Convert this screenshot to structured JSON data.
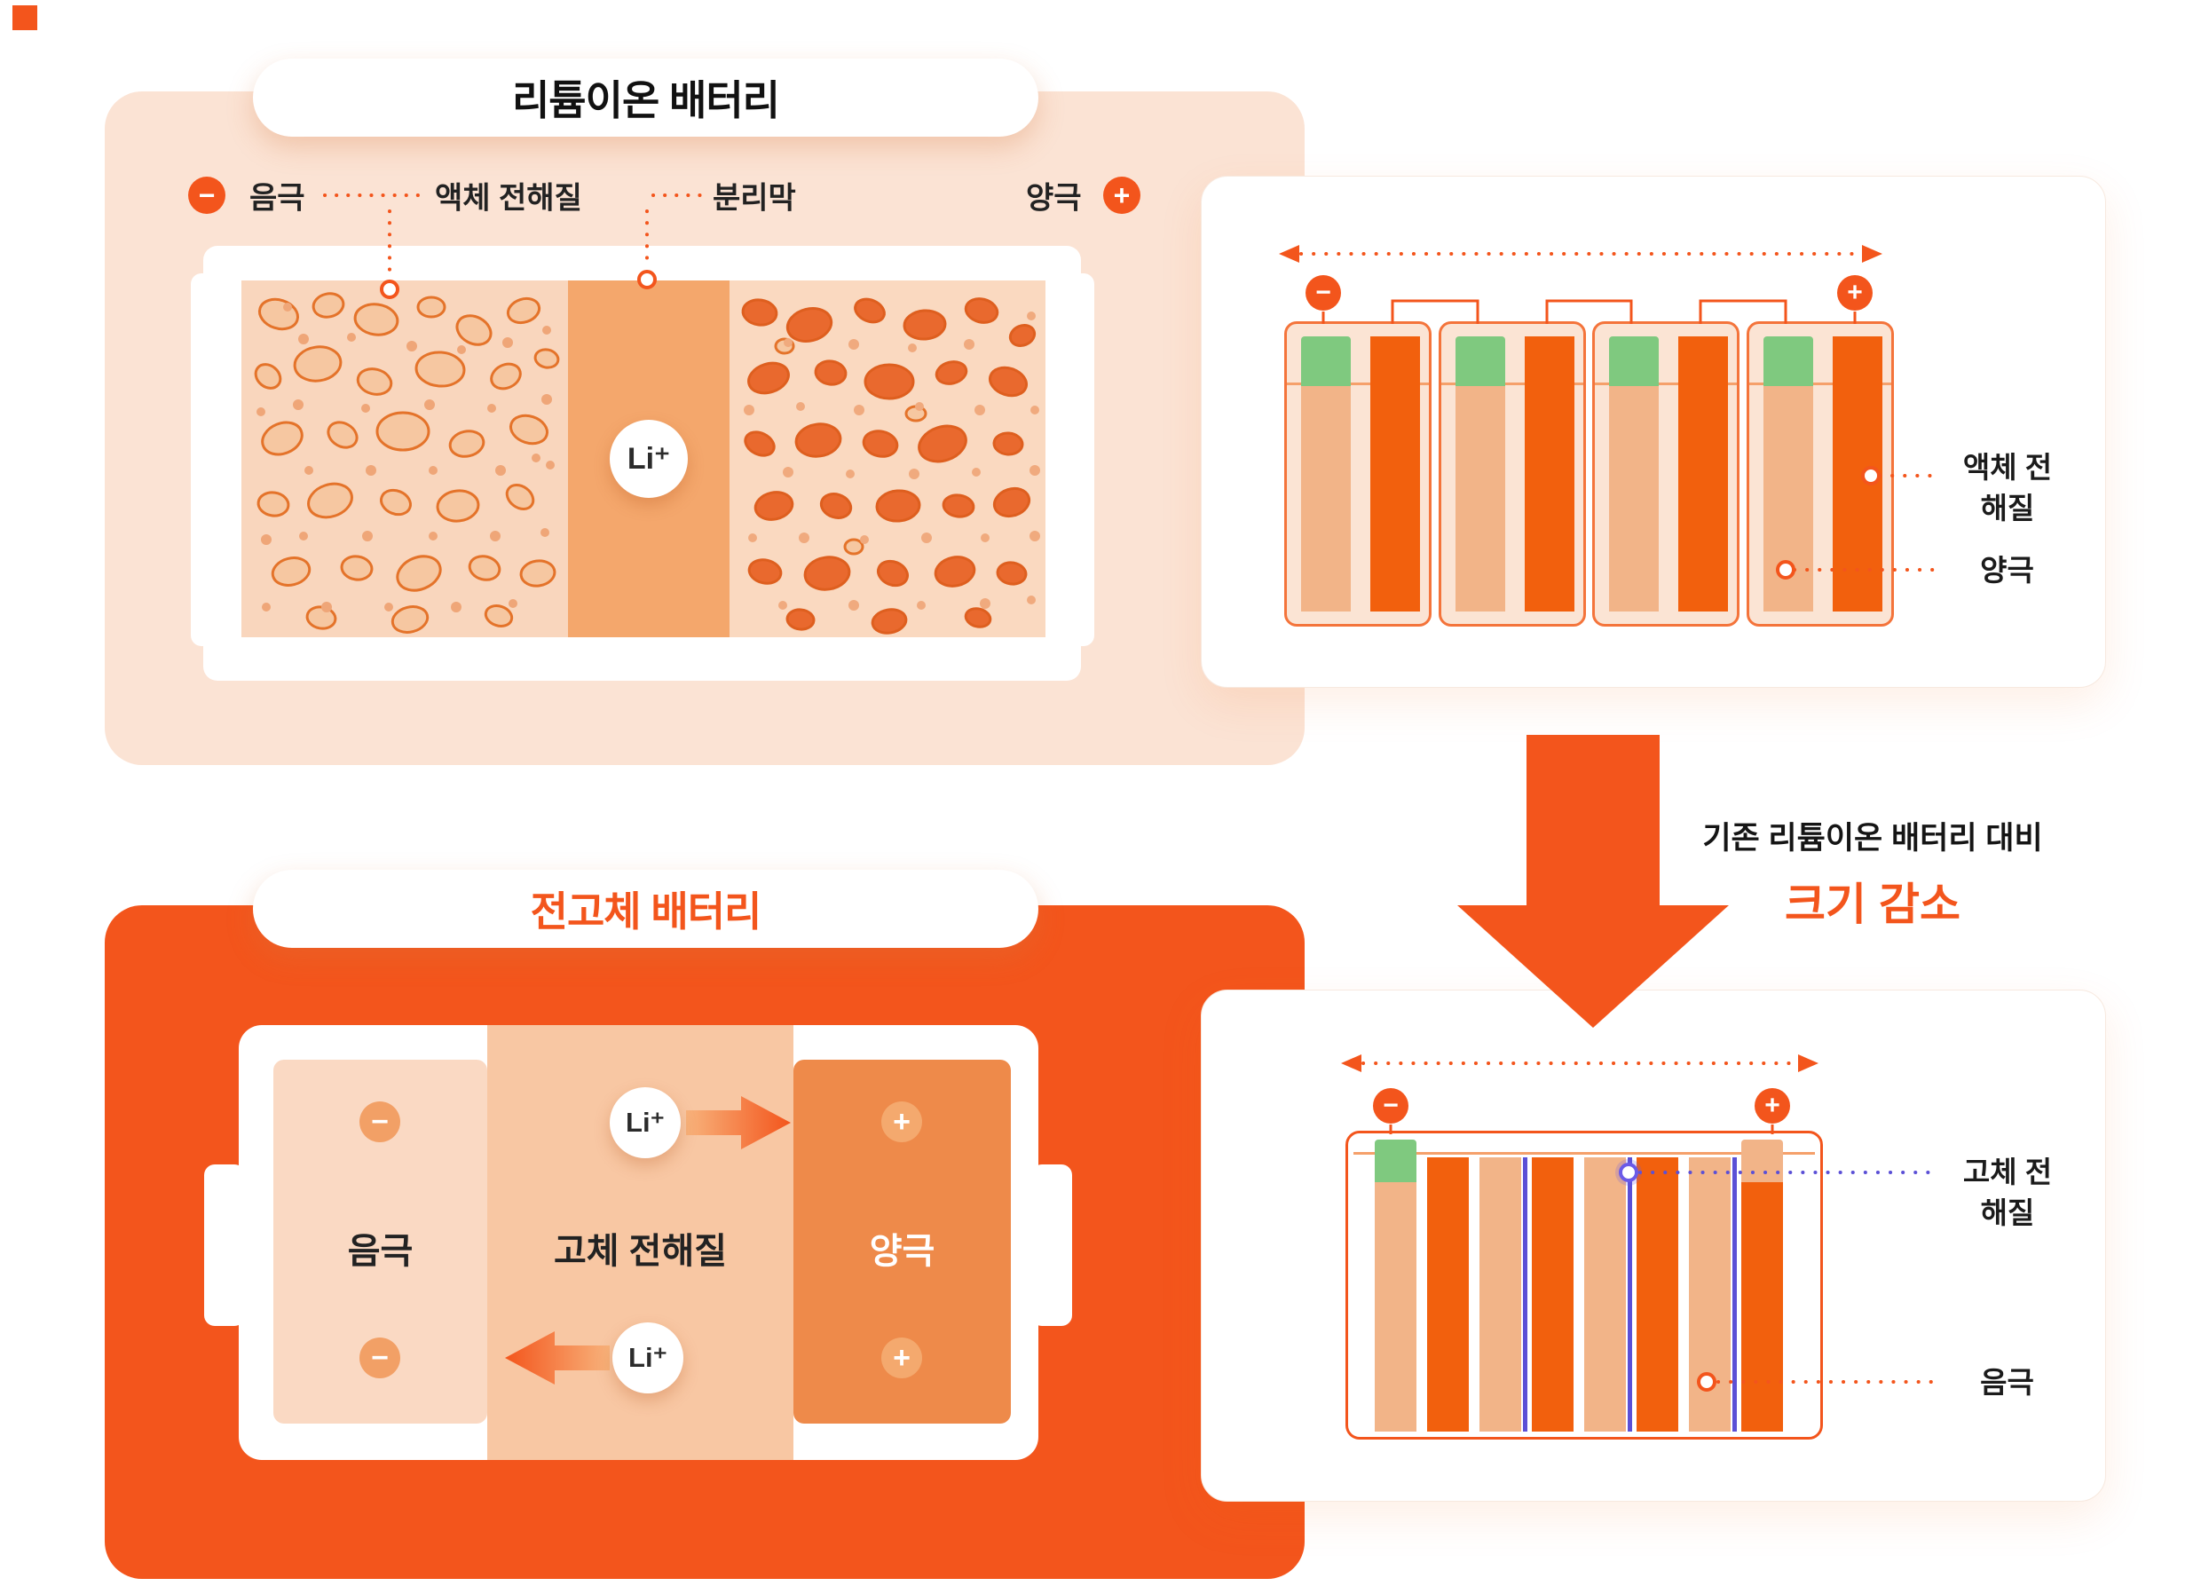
{
  "icons": {
    "minus": "−",
    "plus": "+"
  },
  "colors": {
    "accent_orange": "#F3551C",
    "panel_peach": "#FBE3D4",
    "deep_orange": "#F3551C",
    "bar_light": "#F2B488",
    "bar_dark": "#F2600D",
    "mid_band": "#F4A76C",
    "green_cap": "#7FC97F",
    "separator_purple": "#5B50D6"
  },
  "liion": {
    "title": "리튬이온 배터리",
    "legend_anode": "음극",
    "legend_electrolyte": "액체 전해질",
    "legend_separator": "분리막",
    "legend_cathode": "양극",
    "li_label": "Li⁺"
  },
  "liion_pack": {
    "label_electrolyte": "액체 전해질",
    "label_cathode": "양극"
  },
  "transition": {
    "line1": "기존 리튬이온 배터리 대비",
    "line2": "크기 감소"
  },
  "solid": {
    "title": "전고체 배터리",
    "region_anode": "음극",
    "region_electrolyte": "고체 전해질",
    "region_cathode": "양극",
    "li_label": "Li⁺"
  },
  "solid_pack": {
    "label_electrolyte": "고체 전해질",
    "label_anode": "음극"
  }
}
